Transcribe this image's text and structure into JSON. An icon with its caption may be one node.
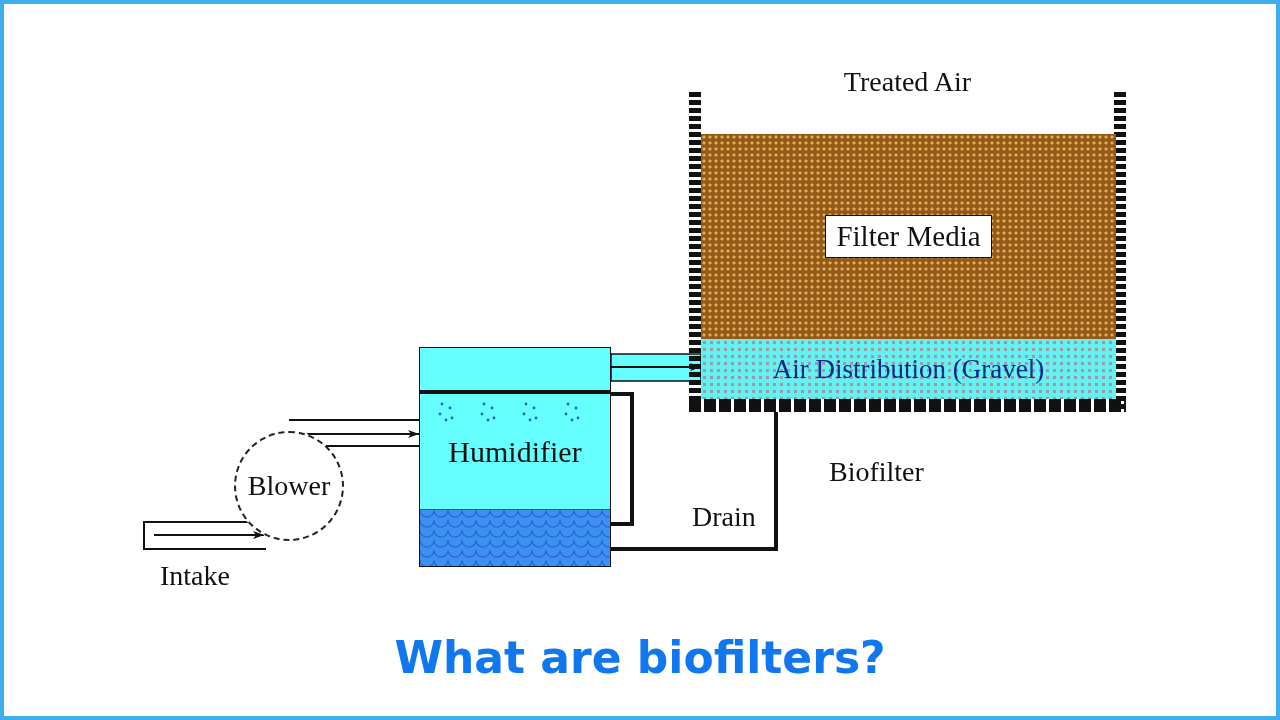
{
  "diagram": {
    "title": "What are biofilters?",
    "nodes": [
      {
        "text": [
          "Blower"
        ]
      },
      {
        "text": [
          "Humidifier"
        ]
      },
      {
        "text": [
          "Treated Air"
        ],
        "beside": [
          "Biofilter"
        ]
      },
      {
        "text": [
          "Filter Media"
        ],
        "in": 2
      },
      {
        "text": [
          "Air Distribution (Gravel)"
        ],
        "in": 2
      }
    ],
    "edges": [
      {
        "from": null,
        "to": 0,
        "arrow": "to"
      },
      {
        "from": 0,
        "to": 1,
        "arrow": "to"
      },
      {
        "from": 1,
        "to": 4,
        "arrow": "to"
      },
      {
        "from": 2,
        "to": 1,
        "arrow": "none",
        "label": "Drain",
        "style": "thick"
      }
    ],
    "labels": [
      "Intake"
    ]
  }
}
